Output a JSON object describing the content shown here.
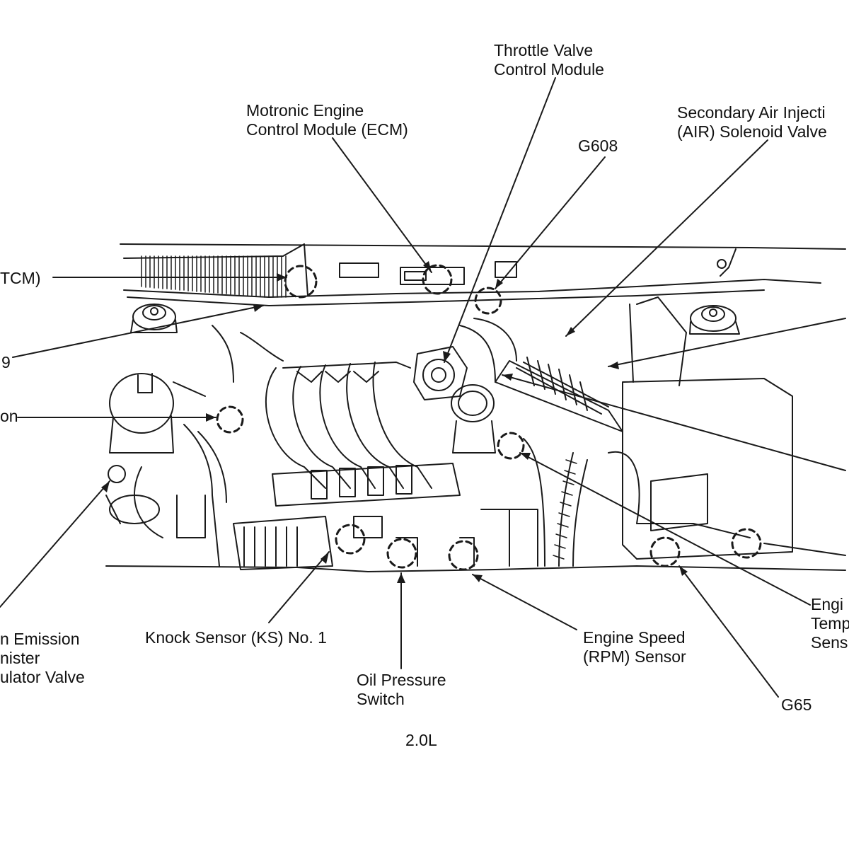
{
  "labels": {
    "throttle_valve": [
      "Throttle Valve",
      "Control Module"
    ],
    "motronic_ecm": [
      "Motronic Engine",
      "Control Module (ECM)"
    ],
    "secondary_air": [
      "Secondary Air Injecti",
      "(AIR) Solenoid Valve"
    ],
    "g608": "G608",
    "tcm_partial": "TCM)",
    "nine_partial": "9",
    "on_partial": "on",
    "evap_partial": [
      "n Emission",
      "nister",
      "ulator Valve"
    ],
    "knock_sensor": "Knock Sensor (KS) No. 1",
    "oil_pressure": [
      "Oil Pressure",
      "Switch"
    ],
    "rpm_sensor": [
      "Engine Speed",
      "(RPM) Sensor"
    ],
    "coolant_partial": [
      "Engi",
      "Temp",
      "Sens"
    ],
    "g65": "G65",
    "engine_size": "2.0L"
  }
}
